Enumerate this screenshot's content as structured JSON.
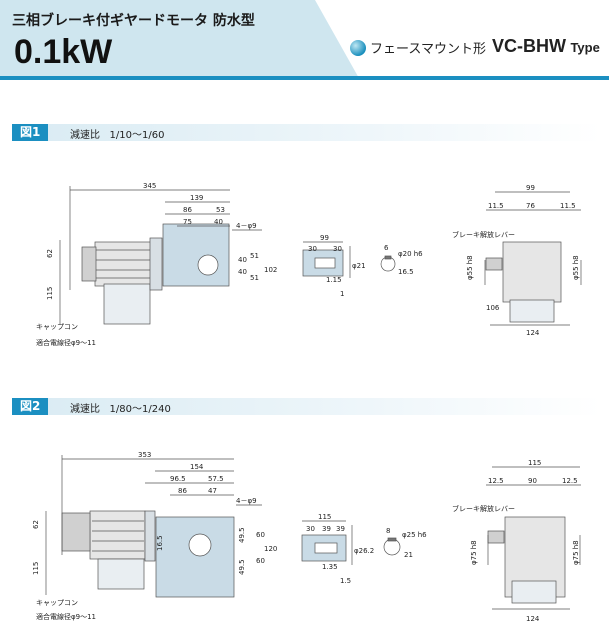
{
  "header": {
    "subtitle": "三相ブレーキ付ギヤードモータ 防水型",
    "title": "0.1kW",
    "mount": "フェースマウント形",
    "model": "VC-BHW",
    "type_suffix": "Type"
  },
  "fig1": {
    "label": "図1",
    "ratio_label": "減速比",
    "ratio": "1/10～1/60",
    "dims": {
      "d345": "345",
      "d139": "139",
      "d86": "86",
      "d53": "53",
      "d75": "75",
      "d40": "40",
      "hole": "4－φ9",
      "d62": "62",
      "d115": "115",
      "v40a": "40",
      "v40b": "40",
      "v51a": "51",
      "v51b": "51",
      "v102": "102",
      "s99": "99",
      "s30a": "30",
      "s30b": "30",
      "s_phi21": "φ21",
      "s115": "1.15",
      "s1": "1",
      "k6": "6",
      "k_phi20": "φ20 h6",
      "k16": "16.5",
      "r99": "99",
      "r115a": "11.5",
      "r76": "76",
      "r115b": "11.5",
      "r_phi55a": "φ55 h8",
      "r_phi55b": "φ55 h8",
      "r106": "106",
      "r124": "124"
    },
    "cap_label": "キャップコン",
    "cable_label": "適合電線径φ9～11",
    "brake_label": "ブレーキ解放レバー"
  },
  "fig2": {
    "label": "図2",
    "ratio_label": "減速比",
    "ratio": "1/80～1/240",
    "dims": {
      "d353": "353",
      "d154": "154",
      "d965": "96.5",
      "d575": "57.5",
      "d86": "86",
      "d47": "47",
      "hole": "4－φ9",
      "d62": "62",
      "d115": "115",
      "d165": "16.5",
      "v495a": "49.5",
      "v495b": "49.5",
      "v60a": "60",
      "v60b": "60",
      "v120": "120",
      "s115": "115",
      "s30": "30",
      "s39a": "39",
      "s39b": "39",
      "s_phi262": "φ26.2",
      "s135": "1.35",
      "s15": "1.5",
      "k8": "8",
      "k_phi25": "φ25 h6",
      "k21": "21",
      "r115": "115",
      "r125a": "12.5",
      "r90": "90",
      "r125b": "12.5",
      "r_phi75a": "φ75 h8",
      "r_phi75b": "φ75 h8",
      "r124": "124"
    },
    "cap_label": "キャップコン",
    "cable_label": "適合電線径φ9～11",
    "brake_label": "ブレーキ解放レバー"
  }
}
